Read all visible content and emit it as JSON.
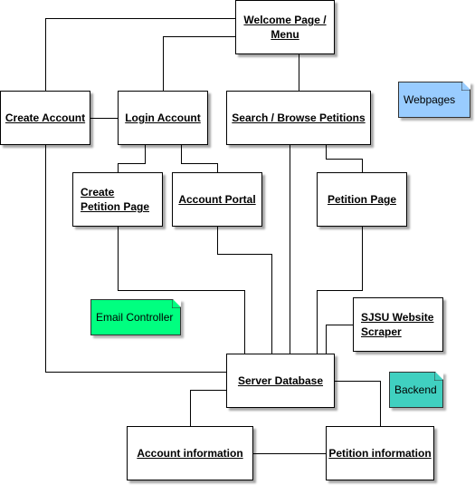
{
  "nodes": {
    "welcome": "Welcome Page / Menu",
    "create_account": "Create Account",
    "login_account": "Login Account",
    "search": "Search / Browse Petitions",
    "create_petition": "Create Petition Page",
    "account_portal": "Account Portal",
    "petition_page": "Petition Page",
    "scraper": "SJSU Website Scraper",
    "server_db": "Server Database",
    "account_info": "Account information",
    "petition_info": "Petition information"
  },
  "notes": {
    "webpages": {
      "label": "Webpages",
      "color": "#99ccff"
    },
    "email": {
      "label": "Email Controller",
      "color": "#00ff80"
    },
    "backend": {
      "label": "Backend",
      "color": "#40d0c0"
    }
  }
}
